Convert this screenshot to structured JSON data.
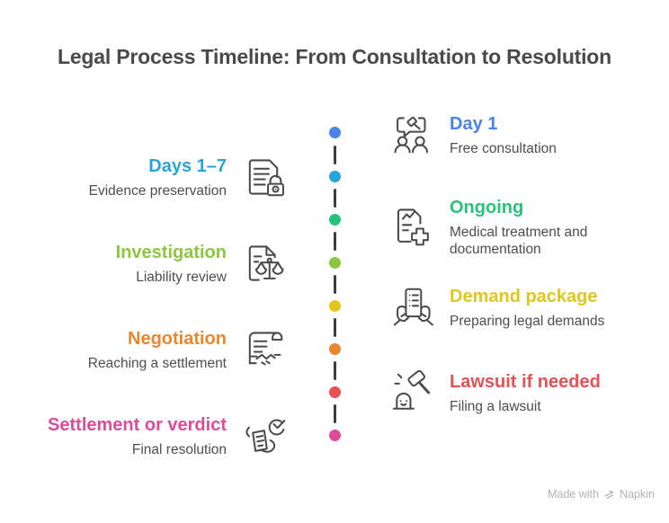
{
  "title": "Legal Process Timeline: From Consultation to Resolution",
  "left_items": [
    {
      "title": "Days 1–7",
      "subtitle": "Evidence preservation",
      "color": "#29a3db",
      "icon": "document-lock"
    },
    {
      "title": "Investigation",
      "subtitle": "Liability review",
      "color": "#8dc63f",
      "icon": "document-scales"
    },
    {
      "title": "Negotiation",
      "subtitle": "Reaching a settlement",
      "color": "#e8872e",
      "icon": "scroll-handshake"
    },
    {
      "title": "Settlement or verdict",
      "subtitle": "Final resolution",
      "color": "#de4b9d",
      "icon": "document-check-hands"
    }
  ],
  "right_items": [
    {
      "title": "Day 1",
      "subtitle": "Free consultation",
      "color": "#4783e8",
      "icon": "consultation-people-gavel"
    },
    {
      "title": "Ongoing",
      "subtitle": "Medical treatment and documentation",
      "color": "#27c27b",
      "icon": "medical-document-cross"
    },
    {
      "title": "Demand package",
      "subtitle": "Preparing legal demands",
      "color": "#e2c71b",
      "icon": "hands-holding-document"
    },
    {
      "title": "Lawsuit if needed",
      "subtitle": "Filing a lawsuit",
      "color": "#e85053",
      "icon": "gavel-filing"
    }
  ],
  "timeline": {
    "dots": [
      {
        "color": "#4783e8"
      },
      {
        "color": "#29a3db"
      },
      {
        "color": "#27c27b"
      },
      {
        "color": "#8dc63f"
      },
      {
        "color": "#e2c71b"
      },
      {
        "color": "#e8872e"
      },
      {
        "color": "#e85053"
      },
      {
        "color": "#de4b9d"
      }
    ],
    "connector_color": "#3d3d3d"
  },
  "footer": {
    "made_with": "Made with",
    "brand": "Napkin"
  }
}
